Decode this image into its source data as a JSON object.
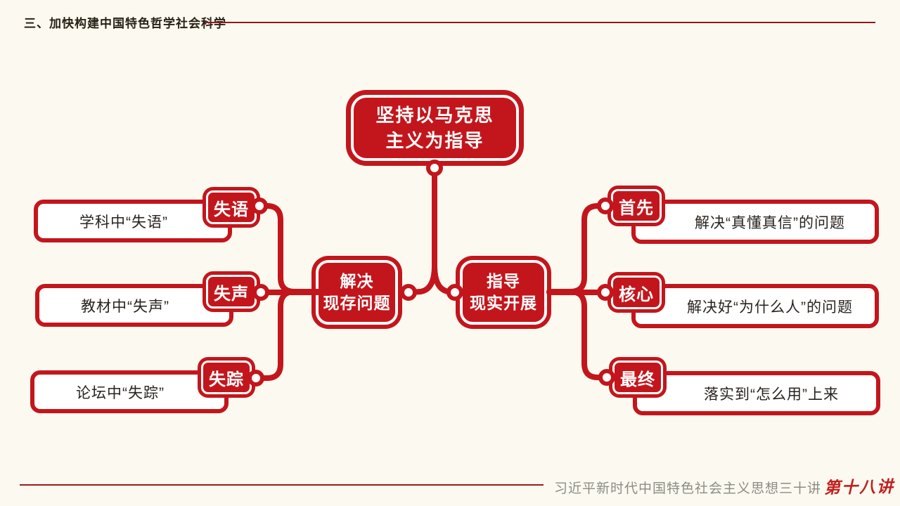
{
  "header": {
    "title": "三、加快构建中国特色哲学社会科学"
  },
  "diagram": {
    "root": {
      "label": "坚持以马克思\n主义为指导"
    },
    "left_node": {
      "label": "解决\n现存问题"
    },
    "right_node": {
      "label": "指导\n现实开展"
    },
    "left_branches": [
      {
        "tag": "失语",
        "label": "学科中“失语”"
      },
      {
        "tag": "失声",
        "label": "教材中“失声”"
      },
      {
        "tag": "失踪",
        "label": "论坛中“失踪”"
      }
    ],
    "right_branches": [
      {
        "tag": "首先",
        "label": "解决“真懂真信”的问题"
      },
      {
        "tag": "核心",
        "label": "解决好“为什么人”的问题"
      },
      {
        "tag": "最终",
        "label": "落实到“怎么用”上来"
      }
    ]
  },
  "footer": {
    "series": "习近平新时代中国特色社会主义思想三十讲",
    "lecture": "第十八讲"
  },
  "colors": {
    "accent_red": "#c3161c",
    "rule_dark_red": "#9a1b1f",
    "background": "#fcfaf0",
    "text_dark": "#29231f",
    "footer_gray": "#8b8b85"
  }
}
